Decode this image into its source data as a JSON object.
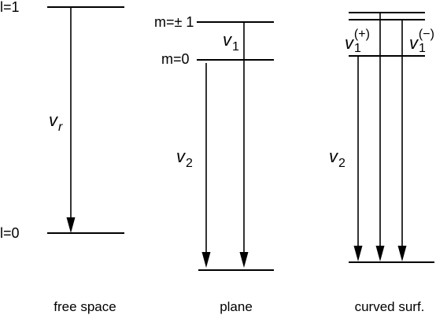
{
  "free_space": {
    "upper_level": "l=1",
    "lower_level": "l=0",
    "transition": {
      "symbol": "v",
      "subscript": "r"
    },
    "caption": "free space"
  },
  "plane": {
    "upper_level": "m=± 1",
    "middle_level": "m=0",
    "transition_upper": {
      "symbol": "v",
      "subscript": "1"
    },
    "transition_lower": {
      "symbol": "v",
      "subscript": "2"
    },
    "caption": "plane"
  },
  "curved": {
    "transition_plus": {
      "symbol": "v",
      "subscript": "1",
      "superscript": "(+)"
    },
    "transition_minus": {
      "symbol": "v",
      "subscript": "1",
      "superscript": "(−)"
    },
    "transition_lower": {
      "symbol": "v",
      "subscript": "2"
    },
    "caption": "curved surf."
  }
}
